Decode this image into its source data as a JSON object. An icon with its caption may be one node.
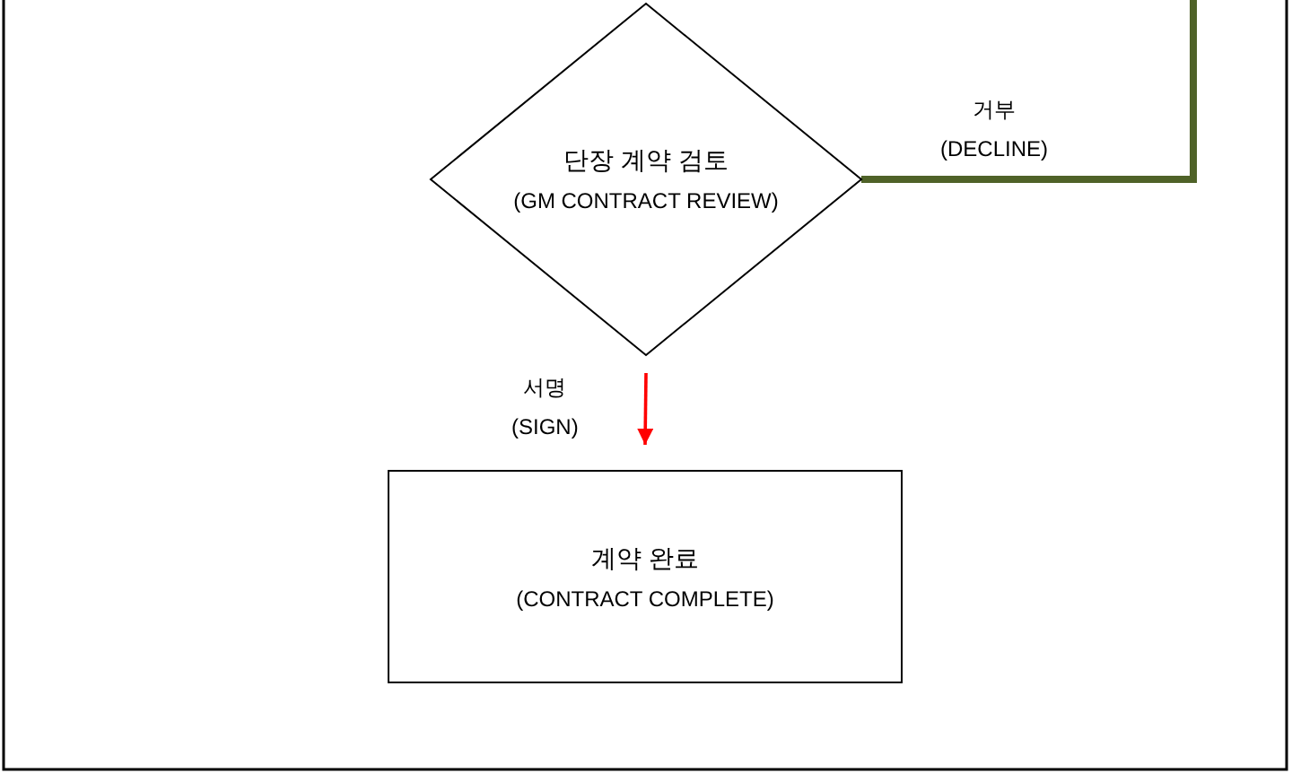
{
  "diagram": {
    "nodes": [
      {
        "text": [
          "단장 계약 검토",
          "(GM CONTRACT REVIEW)"
        ]
      },
      {
        "text": [
          "계약 완료",
          "(CONTRACT COMPLETE)"
        ]
      }
    ],
    "edges": [
      {
        "from": 0,
        "to": null,
        "arrow": "none",
        "label": "거부 (DECLINE)",
        "style": "thick",
        "color": "#4f6228"
      },
      {
        "from": 0,
        "to": 1,
        "arrow": "to",
        "label": "서명 (SIGN)",
        "color": "#ff0000"
      }
    ]
  }
}
